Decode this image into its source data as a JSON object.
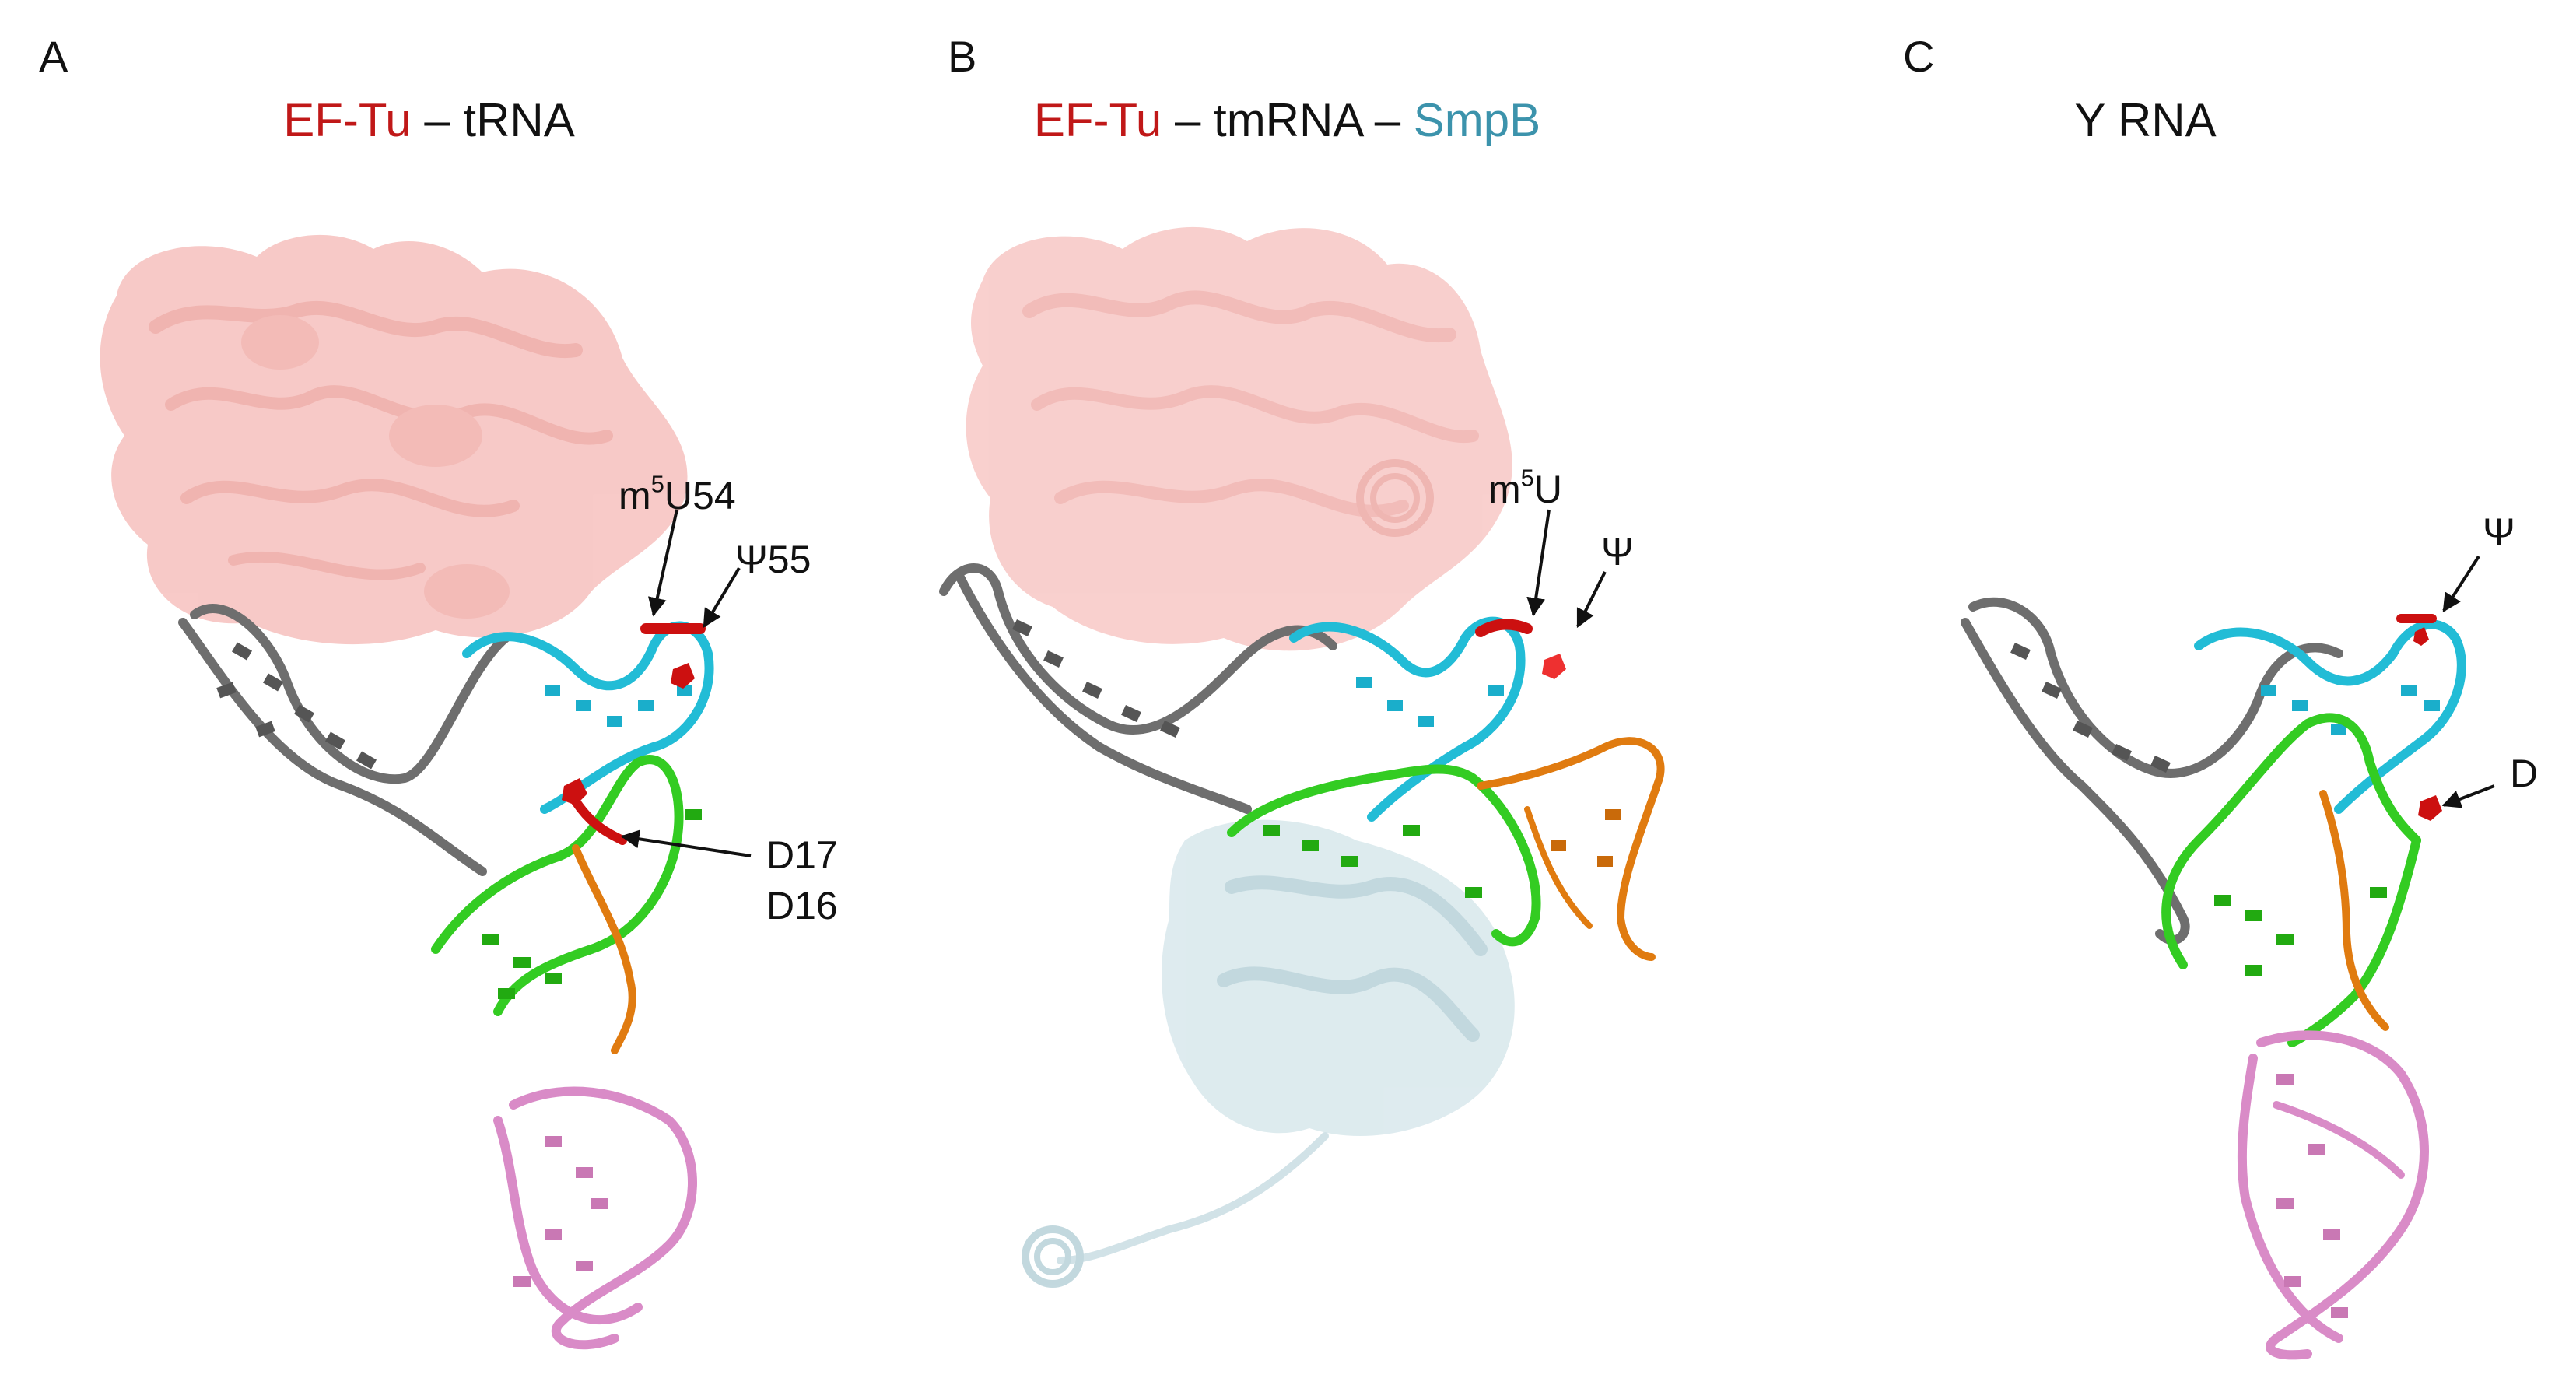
{
  "panels": [
    {
      "letter": "A",
      "title": [
        {
          "text": "EF-Tu",
          "color": "#c01818"
        },
        {
          "text": " – tRNA",
          "color": "#111111"
        }
      ],
      "annotations": {
        "m5u54": {
          "base": "m",
          "sup": "5",
          "rest": "U54"
        },
        "psi55": "Ψ55",
        "d17": "D17",
        "d16": "D16"
      }
    },
    {
      "letter": "B",
      "title": [
        {
          "text": "EF-Tu",
          "color": "#c01818"
        },
        {
          "text": " – tmRNA – ",
          "color": "#111111"
        },
        {
          "text": "SmpB",
          "color": "#3c93ac"
        }
      ],
      "annotations": {
        "m5u": {
          "base": "m",
          "sup": "5",
          "rest": "U"
        },
        "psi": "Ψ"
      }
    },
    {
      "letter": "C",
      "title": [
        {
          "text": "Y RNA",
          "color": "#111111"
        }
      ],
      "annotations": {
        "psi": "Ψ",
        "d": "D"
      }
    }
  ],
  "colors": {
    "ef_tu": "#e57a74",
    "smpb": "#c9dde3",
    "acceptor_stem": "#6e6e6e",
    "t_arm": "#22bcd6",
    "d_arm": "#33cc22",
    "variable_loop": "#e07b10",
    "anticodon_stem": "#d98bc7",
    "modification": "#cc1010"
  }
}
